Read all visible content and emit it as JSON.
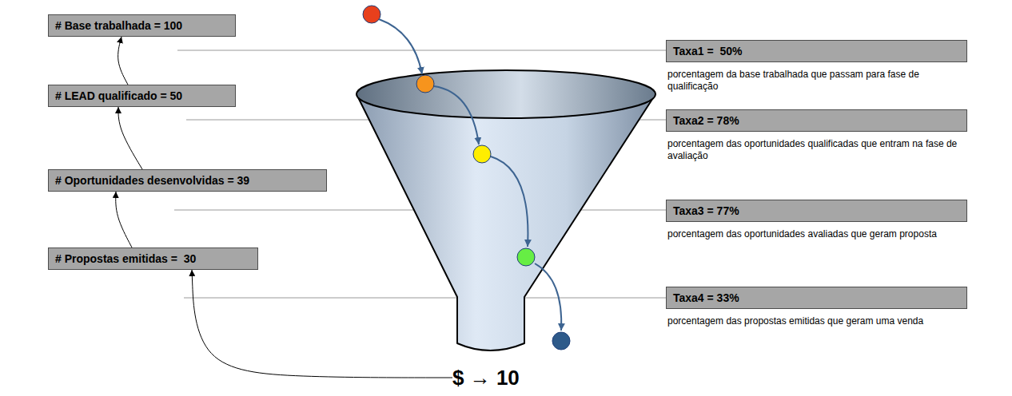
{
  "diagram": {
    "nodes": [
      {
        "text": [
          "# Base trabalhada = 100"
        ]
      },
      {
        "text": [
          "Taxa1 =  50%",
          "porcentagem da base trabalhada que passam para fase de qualificação"
        ]
      },
      {
        "text": [
          "# LEAD qualificado = 50"
        ]
      },
      {
        "text": [
          "Taxa2 = 78%",
          "porcentagem das oportunidades qualificadas que entram na fase de avaliação"
        ]
      },
      {
        "text": [
          "# Oportunidades desenvolvidas = 39"
        ]
      },
      {
        "text": [
          "Taxa3 = 77%",
          "porcentagem das oportunidades avaliadas que geram proposta"
        ]
      },
      {
        "text": [
          "# Propostas emitidas =  30"
        ]
      },
      {
        "text": [
          "Taxa4 = 33%",
          "porcentagem das propostas emitidas que geram uma venda"
        ]
      },
      {
        "text": [
          "$ → 10"
        ]
      }
    ],
    "edges": [
      {
        "from": 2,
        "to": 0,
        "arrow": "to"
      },
      {
        "from": 4,
        "to": 2,
        "arrow": "to"
      },
      {
        "from": 6,
        "to": 4,
        "arrow": "to"
      },
      {
        "from": 8,
        "to": 6,
        "arrow": "to"
      }
    ]
  }
}
